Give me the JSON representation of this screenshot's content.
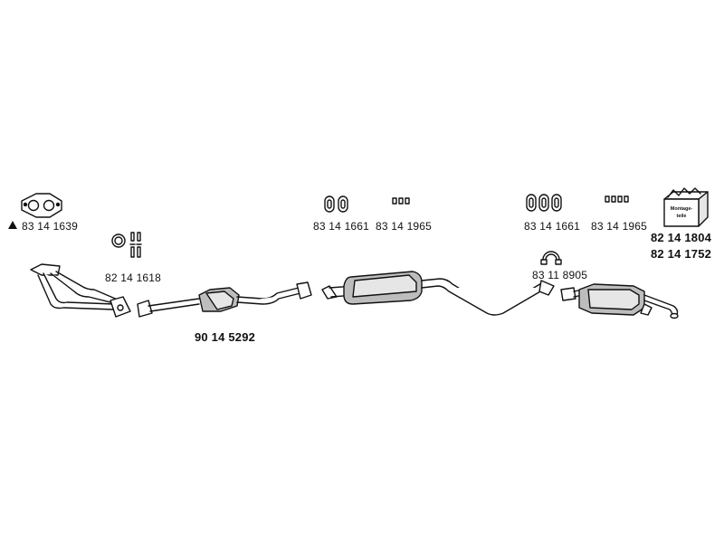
{
  "parts": {
    "front_gasket": "83 14 1639",
    "front_clamp_bolts": "82 14 1618",
    "catalyst_pipe": "90 14 5292",
    "rubber_mounts_middle": "83 14 1661",
    "small_parts_middle": "83 14 1965",
    "rubber_mounts_rear": "83 14 1661",
    "small_parts_rear": "83 14 1965",
    "rear_clamp": "83 11 8905",
    "mounting_kit_a": "82 14 1804",
    "mounting_kit_b": "82 14 1752"
  },
  "kit_box": {
    "line1": "Montage-",
    "line2": "teile"
  },
  "colors": {
    "line": "#111111",
    "fill": "#ffffff",
    "shade": "#bdbdbd"
  }
}
